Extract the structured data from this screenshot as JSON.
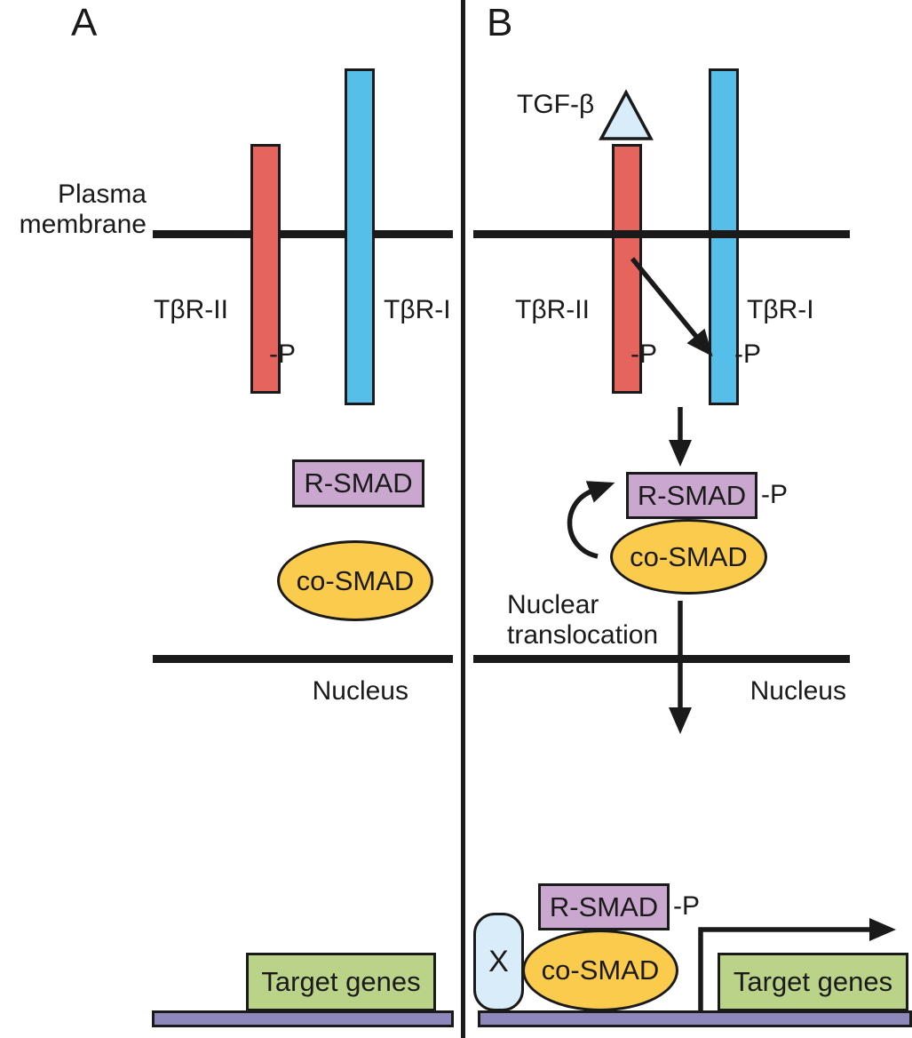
{
  "colors": {
    "tbr2_fill": "#E6645E",
    "tbr1_fill": "#55BEE9",
    "ligand_fill": "#D9ECF9",
    "rsmad_fill": "#C9A7CF",
    "cosmad_fill": "#FBCB4E",
    "genes_fill": "#BAD389",
    "dna_fill": "#8E87BC",
    "ink": "#1a1a1a"
  },
  "panel_a": {
    "label": "A",
    "membrane_line1": "Plasma",
    "membrane_line2": "membrane",
    "tbr2": "TβR-II",
    "tbr1": "TβR-I",
    "tbr2_phospho": "-P",
    "rsmad": "R-SMAD",
    "cosmad": "co-SMAD",
    "nucleus": "Nucleus",
    "target_genes": "Target genes"
  },
  "panel_b": {
    "label": "B",
    "ligand": "TGF-β",
    "tbr2": "TβR-II",
    "tbr1": "TβR-I",
    "tbr2_phospho": "-P",
    "tbr1_phospho": "-P",
    "rsmad": "R-SMAD",
    "rsmad_phospho": "-P",
    "cosmad": "co-SMAD",
    "nuclear_translocation_line1": "Nuclear",
    "nuclear_translocation_line2": "translocation",
    "nucleus": "Nucleus",
    "factor_x": "X",
    "nuclear_rsmad": "R-SMAD",
    "nuclear_rsmad_phospho": "-P",
    "nuclear_cosmad": "co-SMAD",
    "target_genes": "Target genes"
  }
}
